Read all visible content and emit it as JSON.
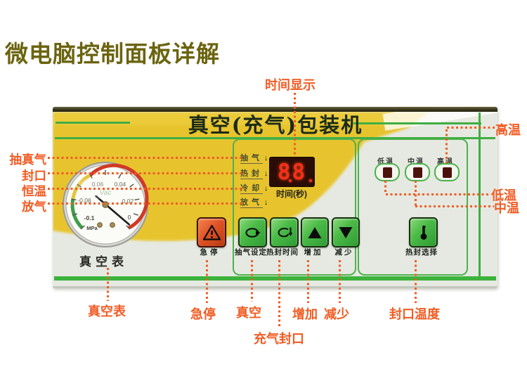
{
  "page_title": "微电脑控制面板详解",
  "panel": {
    "title": "真空(充气)包装机",
    "gauge": {
      "caption": "真空表",
      "face_brand": "Vac",
      "unit": "MPa",
      "ticks": {
        "t006": "0.06",
        "t004": "0.04",
        "t008": "-0.08",
        "t002": "0.02",
        "t01": "-0.1",
        "t0": "0"
      }
    },
    "process_steps": [
      {
        "label": "抽气",
        "arrow": "↓"
      },
      {
        "label": "热封",
        "arrow": "↓"
      },
      {
        "label": "冷却",
        "arrow": "↓"
      },
      {
        "label": "放气",
        "arrow": "↓"
      }
    ],
    "display": {
      "value": "88",
      "caption": "时间(秒)"
    },
    "indicators": [
      {
        "label": "低温"
      },
      {
        "label": "中温"
      },
      {
        "label": "高温"
      }
    ],
    "buttons": [
      {
        "label": "急停",
        "icon": "warning-icon"
      },
      {
        "label": "抽气设定",
        "icon": "loop-ccw-icon"
      },
      {
        "label": "热封时间",
        "icon": "loop-cw-icon"
      },
      {
        "label": "增加",
        "icon": "arrow-up-icon"
      },
      {
        "label": "减少",
        "icon": "arrow-down-icon"
      },
      {
        "label": "热封选择",
        "icon": "thermometer-icon"
      }
    ]
  },
  "annotations": {
    "time_display": "时间显示",
    "left": [
      {
        "label": "抽真气"
      },
      {
        "label": "封口"
      },
      {
        "label": "恒温"
      },
      {
        "label": "放气"
      }
    ],
    "right_top": "高温",
    "right_low": "低温",
    "right_mid": "中温",
    "bottom": [
      {
        "label": "真空表"
      },
      {
        "label": "急停"
      },
      {
        "label": "真空"
      },
      {
        "label": "增加"
      },
      {
        "label": "减少"
      },
      {
        "label": "封口温度"
      }
    ],
    "bottom_second": "充气封口"
  },
  "colors": {
    "panel_yellow": "#e7c42e",
    "panel_green": "#3fae42",
    "annotation_orange": "#f15c24",
    "button_green": "#3eb23e",
    "button_red": "#d8491d",
    "led_red": "#f53018",
    "title_olive": "#6b6410"
  }
}
